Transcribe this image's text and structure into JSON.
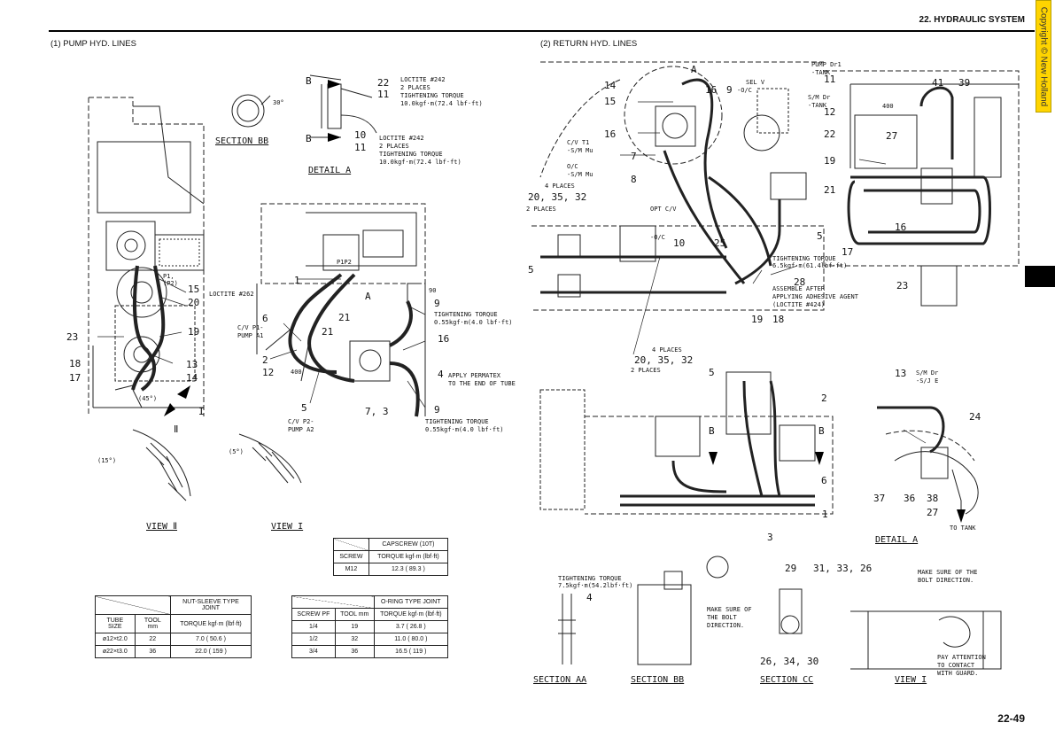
{
  "header": {
    "title": "22. HYDRAULIC SYSTEM",
    "copyright": "Copyright © New Holland",
    "page": "22-49"
  },
  "sections": {
    "left": "(1)  PUMP HYD. LINES",
    "right": "(2)  RETURN HYD. LINES"
  },
  "labels": {
    "section_bb": "SECTION BB",
    "detail_a": "DETAIL A",
    "view_ii": "VIEW Ⅱ",
    "view_i": "VIEW I",
    "loctite242": "LOCTITE #242",
    "two_places": "2 PLACES",
    "tight_torque": "TIGHTENING TORQUE",
    "torque_10": "10.0kgf·m(72.4 lbf·ft)",
    "loctite262": "LOCTITE #262",
    "torque_055": "0.55kgf·m(4.0 lbf·ft)",
    "permatex": "APPLY PERMATEX",
    "end_tube": "TO THE END OF TUBE",
    "cv_p1": "C/V P1-",
    "pump_a1": "PUMP A1",
    "cv_p2": "C/V P2-",
    "pump_a2": "PUMP A2",
    "p1p2": "P1P2",
    "p1_p2": "P1,",
    "p2": "(P2)",
    "cv_t1": "C/V T1",
    "sm_mu": "-S/M Mu",
    "oc": "O/C",
    "sm_mu2": "-S/M Mu",
    "four_places": "4 PLACES",
    "sel_v": "SEL V",
    "oc2": "-O/C",
    "opt_cv": "OPT C/V",
    "oc3": "-O/C",
    "pump_dr1": "PUMP Dr1",
    "tank": "-TANK",
    "sm_dr": "S/M Dr",
    "tank2": "-TANK",
    "torque_65": "6.5kgf·m(61.4lbf·ft)",
    "assemble": "ASSEMBLE AFTER",
    "adhesive": "APPLYING ADHESIVE AGENT",
    "loctite424": "(LOCTITE #424)",
    "sm_dr2": "S/M Dr",
    "sj_e": "-S/J E",
    "to_tank": "TO TANK",
    "torque_75": "7.5kgf·m(54.2lbf·ft)",
    "make_sure": "MAKE SURE OF",
    "the_bolt": "THE BOLT",
    "direction": "DIRECTION.",
    "make_sure2": "MAKE SURE OF THE",
    "bolt_dir": "BOLT DIRECTION.",
    "pay_att": "PAY ATTENTION",
    "to_contact": "TO CONTACT",
    "with_guard": "WITH GUARD.",
    "section_aa": "SECTION AA",
    "section_cc": "SECTION CC",
    "deg30": "30°",
    "deg15": "(15°)",
    "deg5": "(5°)",
    "deg45": "(45°)",
    "num_400": "400",
    "num_90": "90"
  },
  "capscrew_table": {
    "title": "CAPSCREW (10T)",
    "headers": [
      "SCREW",
      "TORQUE kgf·m (lbf·ft)"
    ],
    "rows": [
      [
        "M12",
        "12.3 ( 89.3 )"
      ]
    ]
  },
  "nutsleeve_table": {
    "title": "NUT-SLEEVE TYPE JOINT",
    "headers": [
      "TUBE SIZE",
      "TOOL mm",
      "TORQUE kgf·m (lbf·ft)"
    ],
    "rows": [
      [
        "ø12×t2.0",
        "22",
        "7.0 ( 50.6 )"
      ],
      [
        "ø22×t3.0",
        "36",
        "22.0 ( 159 )"
      ]
    ]
  },
  "oring_table": {
    "title": "O-RING TYPE JOINT",
    "headers": [
      "SCREW PF",
      "TOOL mm",
      "TORQUE kgf·m (lbf·ft)"
    ],
    "rows": [
      [
        "1/4",
        "19",
        "3.7 ( 26.8 )"
      ],
      [
        "1/2",
        "32",
        "11.0 ( 80.0 )"
      ],
      [
        "3/4",
        "36",
        "16.5 ( 119 )"
      ]
    ]
  }
}
